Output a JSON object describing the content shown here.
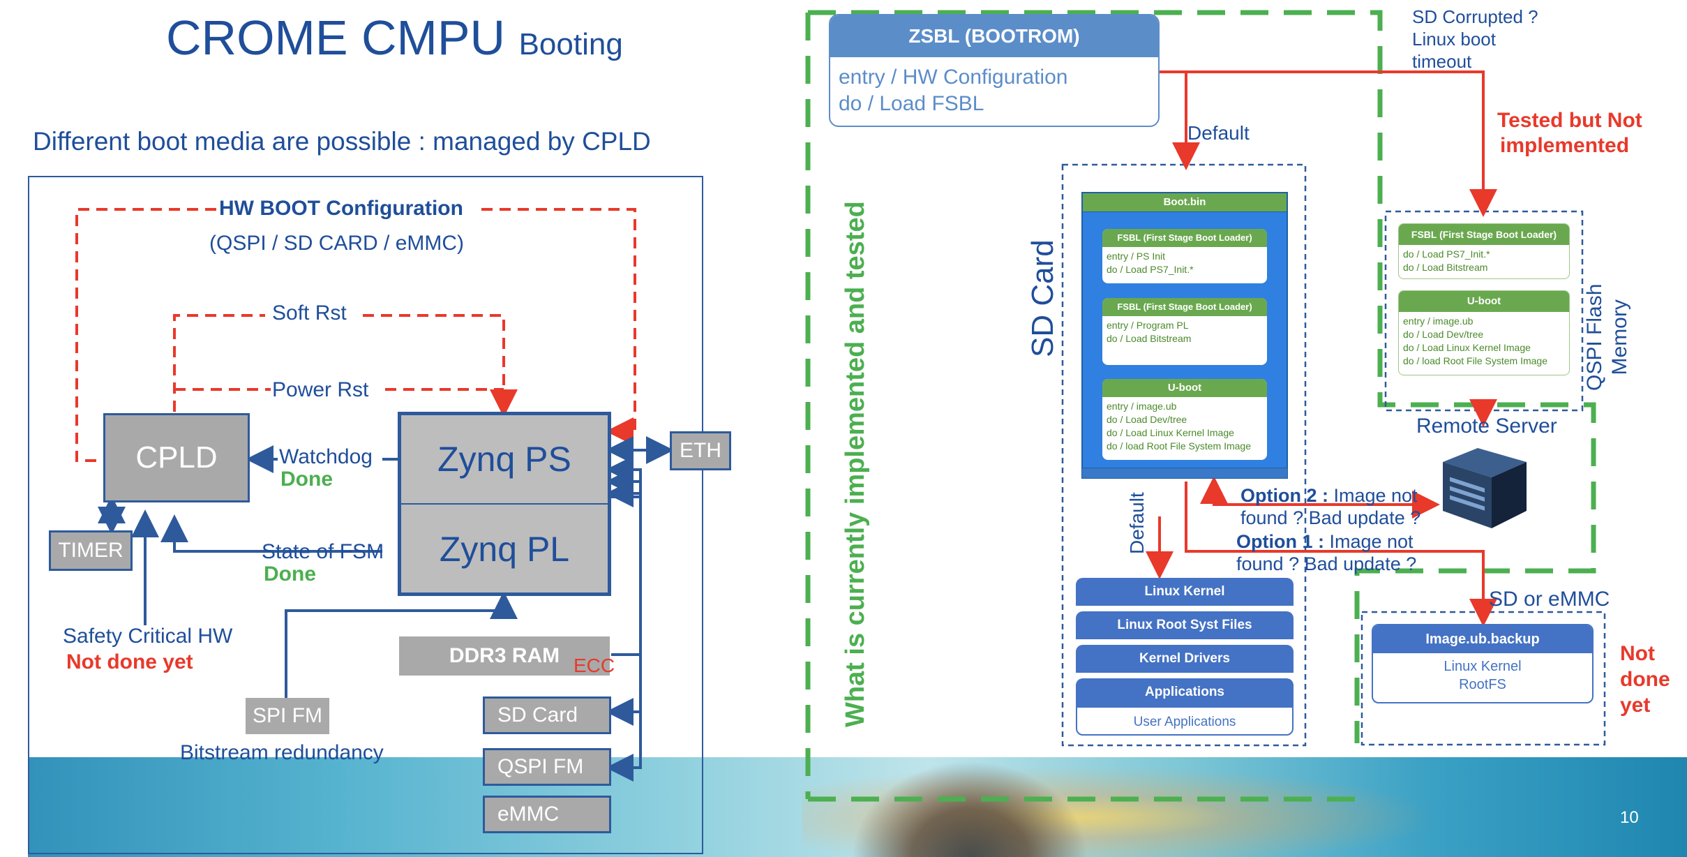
{
  "slide": {
    "title_main": "CROME CMPU",
    "title_sub": "Booting",
    "subtitle": "Different boot media are possible : managed by CPLD",
    "page_number": "10"
  },
  "left": {
    "hw_boot_config": "HW BOOT Configuration",
    "hw_boot_options": "(QSPI / SD CARD / eMMC)",
    "soft_rst": "Soft Rst",
    "power_rst": "Power Rst",
    "cpld": "CPLD",
    "zynq_ps": "Zynq PS",
    "zynq_pl": "Zynq PL",
    "eth": "ETH",
    "timer": "TIMER",
    "watchdog": "Watchdog",
    "watchdog_status": "Done",
    "state_fsm": "State of FSM",
    "state_fsm_status": "Done",
    "safety_hw": "Safety Critical HW",
    "safety_status": "Not done yet",
    "ddr3": "DDR3 RAM",
    "ecc": "ECC",
    "spi_fm": "SPI FM",
    "bitstream": "Bitstream redundancy",
    "sd_card": "SD Card",
    "qspi_fm": "QSPI FM",
    "emmc": "eMMC"
  },
  "right": {
    "vertical_label": "What is currently implemented and tested",
    "zsbl_title": "ZSBL (BOOTROM)",
    "zsbl_entry": "entry / HW Configuration",
    "zsbl_do": "do / Load FSBL",
    "default_1": "Default",
    "default_2": "Default",
    "sd_corrupted": [
      "SD Corrupted ?",
      "Linux  boot",
      "timeout"
    ],
    "tested_not_impl": [
      "Tested but Not",
      "implemented"
    ],
    "sd_card_label": "SD Card",
    "boot_bin": "Boot.bin",
    "fsbl1_title": "FSBL (First Stage Boot Loader)",
    "fsbl1_lines": [
      "entry / PS Init",
      "do / Load PS7_Init.*"
    ],
    "fsbl2_title": "FSBL (First Stage Boot Loader)",
    "fsbl2_lines": [
      "entry / Program PL",
      "do / Load Bitstream"
    ],
    "uboot_title": "U-boot",
    "uboot_lines": [
      "entry / image.ub",
      "do / Load Dev/tree",
      "do / Load Linux Kernel Image",
      "do / load Root File System Image"
    ],
    "qspi_fsbl_title": "FSBL (First Stage Boot Loader)",
    "qspi_fsbl_lines": [
      "do / Load PS7_Init.*",
      "do / Load Bitstream"
    ],
    "qspi_uboot_title": "U-boot",
    "qspi_uboot_lines": [
      "entry / image.ub",
      "do / Load Dev/tree",
      "do / Load Linux Kernel Image",
      "do / load Root File System Image"
    ],
    "qspi_flash_label": [
      "QSPI Flash",
      "Memory"
    ],
    "remote_server": "Remote Server",
    "option2_bold": "Option 2 :",
    "option2_rest": " Image not",
    "option2_line2": "found ? Bad update ?",
    "option1_bold": "Option 1 :",
    "option1_rest": " Image not",
    "option1_line2": "found ? Bad update ?",
    "sd_or_emmc": "SD or eMMC",
    "linux_kernel": "Linux Kernel",
    "linux_root": "Linux Root Syst Files",
    "kernel_drivers": "Kernel Drivers",
    "applications": "Applications",
    "user_apps": "User Applications",
    "backup_title": "Image.ub.backup",
    "backup_lines": [
      "Linux Kernel",
      "RootFS"
    ],
    "not_done_yet": [
      "Not",
      "done",
      "yet"
    ]
  },
  "colors": {
    "title_blue": "#1f4e9a",
    "red": "#e8392b",
    "green": "#4caf50",
    "dark_green_dash": "#3aa83a",
    "blue_line": "#2e5a9c"
  }
}
